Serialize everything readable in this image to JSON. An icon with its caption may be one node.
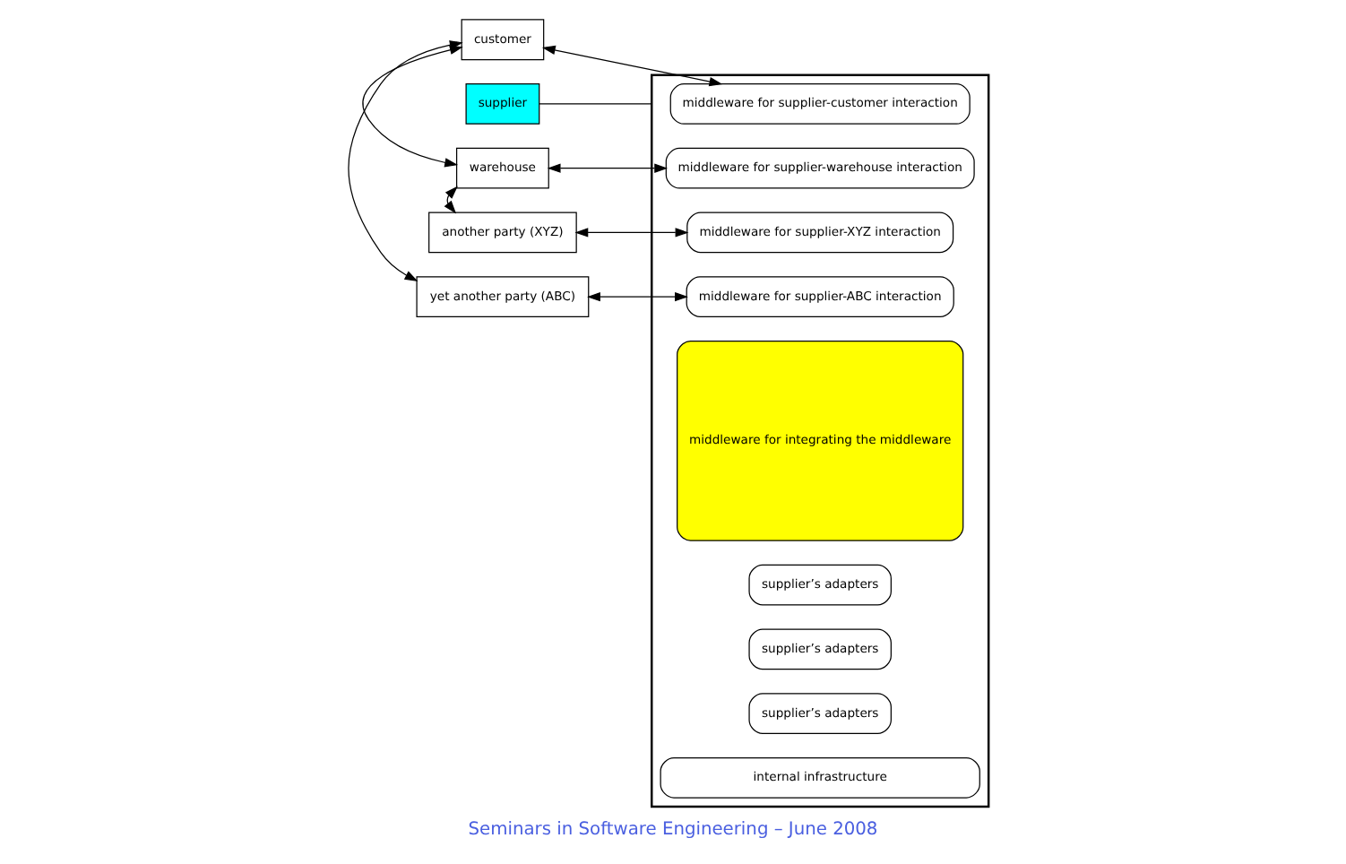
{
  "diagram": {
    "caption": "Seminars in Software Engineering – June 2008",
    "nodes": [
      {
        "text": [
          "customer"
        ]
      },
      {
        "text": [
          "warehouse"
        ]
      },
      {
        "text": [
          "another party (XYZ)"
        ]
      },
      {
        "text": [
          "yet another party (ABC)"
        ]
      },
      {
        "text": [],
        "shape": "box"
      },
      {
        "text": [
          "middleware for supplier-customer interaction"
        ],
        "in": 4
      },
      {
        "text": [
          "middleware for supplier-warehouse interaction"
        ],
        "in": 4
      },
      {
        "text": [
          "middleware for supplier-XYZ interaction"
        ],
        "in": 4
      },
      {
        "text": [
          "middleware for supplier-ABC interaction"
        ],
        "in": 4
      },
      {
        "text": [
          "middleware for integrating the middleware"
        ],
        "in": 4
      },
      {
        "text": [
          "supplier’s adapters"
        ],
        "in": 4
      },
      {
        "text": [
          "supplier’s adapters"
        ],
        "in": 4
      },
      {
        "text": [
          "supplier’s adapters"
        ],
        "in": 4
      },
      {
        "text": [
          "internal infrastructure"
        ],
        "in": 4
      },
      {
        "text": [
          "supplier"
        ]
      }
    ],
    "edges": [
      {
        "from": 0,
        "to": 5,
        "arrow": "both"
      },
      {
        "from": 0,
        "to": 1,
        "arrow": "both"
      },
      {
        "from": 1,
        "to": 6,
        "arrow": "both"
      },
      {
        "from": 2,
        "to": 7,
        "arrow": "both"
      },
      {
        "from": 3,
        "to": 8,
        "arrow": "both"
      },
      {
        "from": 1,
        "to": 2,
        "arrow": "both"
      },
      {
        "from": 0,
        "to": 3,
        "arrow": "both"
      },
      {
        "from": 14,
        "to": 4,
        "arrow": "none"
      }
    ]
  }
}
